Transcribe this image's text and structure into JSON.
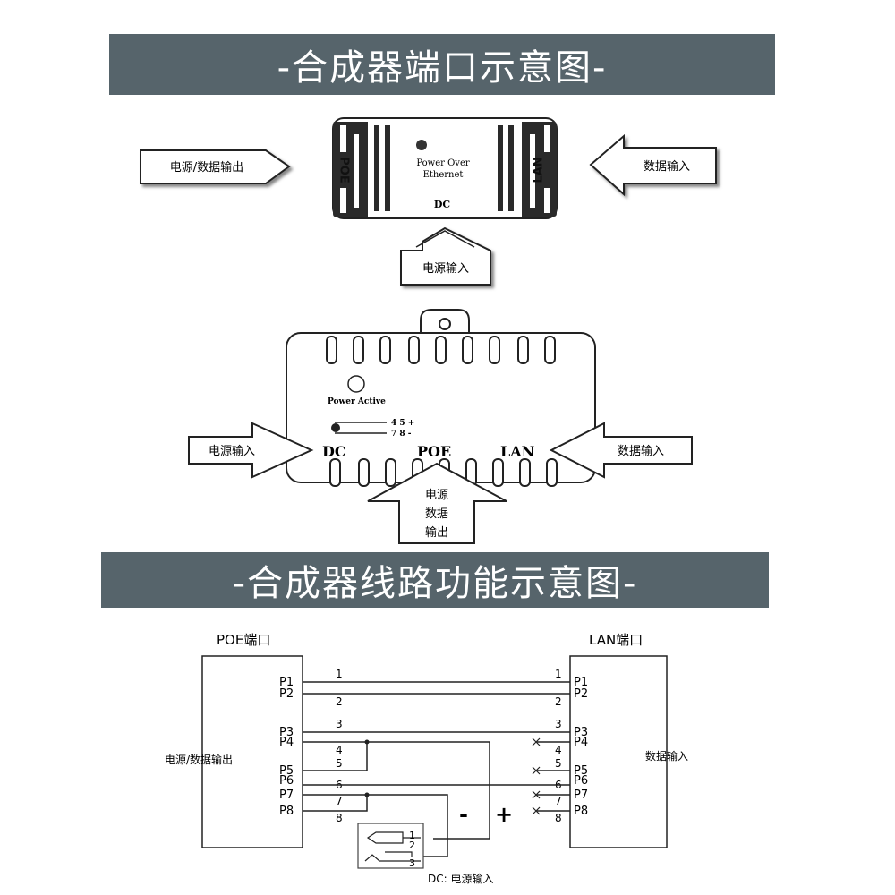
{
  "header1": {
    "title": "-合成器端口示意图-"
  },
  "header2": {
    "title": "-合成器线路功能示意图-"
  },
  "figure1": {
    "left_arrow": "电源/数据输出",
    "right_arrow": "数据输入",
    "bottom_arrow": "电源输入",
    "device_poe": "POE",
    "device_lan": "LAN",
    "device_text_line1": "Power  Over",
    "device_text_line2": "Ethernet",
    "device_dc": "DC"
  },
  "figure2": {
    "power_active": "Power Active",
    "pin_label_1": "4 5 +",
    "pin_label_2": "7 8 -",
    "port_dc": "DC",
    "port_poe": "POE",
    "port_lan": "LAN",
    "left_arrow": "电源输入",
    "right_arrow": "数据输入",
    "bottom_line1": "电源",
    "bottom_line2": "数据",
    "bottom_line3": "输出"
  },
  "wiring": {
    "poe_title": "POE端口",
    "lan_title": "LAN端口",
    "poe_desc": "电源/数据输出",
    "lan_desc": "数据输入",
    "pins_left": [
      "P1",
      "P2",
      "P3",
      "P4",
      "P5",
      "P6",
      "P7",
      "P8"
    ],
    "pins_right": [
      "P1",
      "P2",
      "P3",
      "P4",
      "P5",
      "P6",
      "P7",
      "P8"
    ],
    "wire_numbers": [
      "1",
      "2",
      "3",
      "4",
      "5",
      "6",
      "7",
      "8"
    ],
    "minus": "-",
    "plus": "+",
    "dc_pins": [
      "1",
      "2",
      "3"
    ],
    "dc_label": "DC: 电源输入"
  }
}
